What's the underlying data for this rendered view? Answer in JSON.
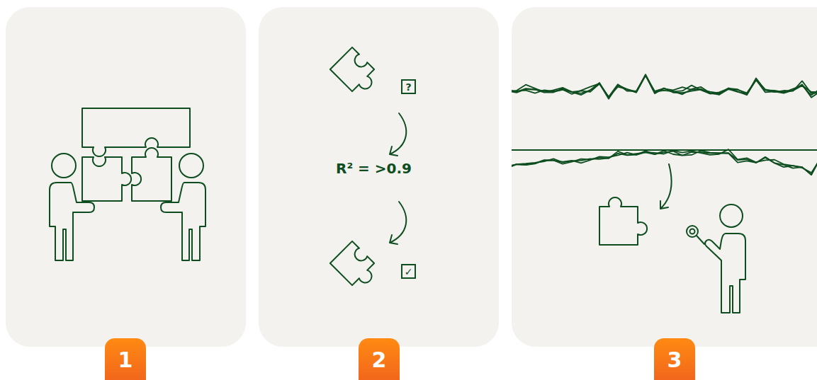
{
  "diagram": {
    "nodes": [
      {
        "text": [
          "1"
        ]
      },
      {
        "text": [
          "?"
        ]
      },
      {
        "text": [
          "✓"
        ]
      },
      {
        "text": [
          "2"
        ]
      },
      {
        "text": [
          "3"
        ]
      }
    ],
    "labels": [
      "R² = >0.9"
    ]
  }
}
